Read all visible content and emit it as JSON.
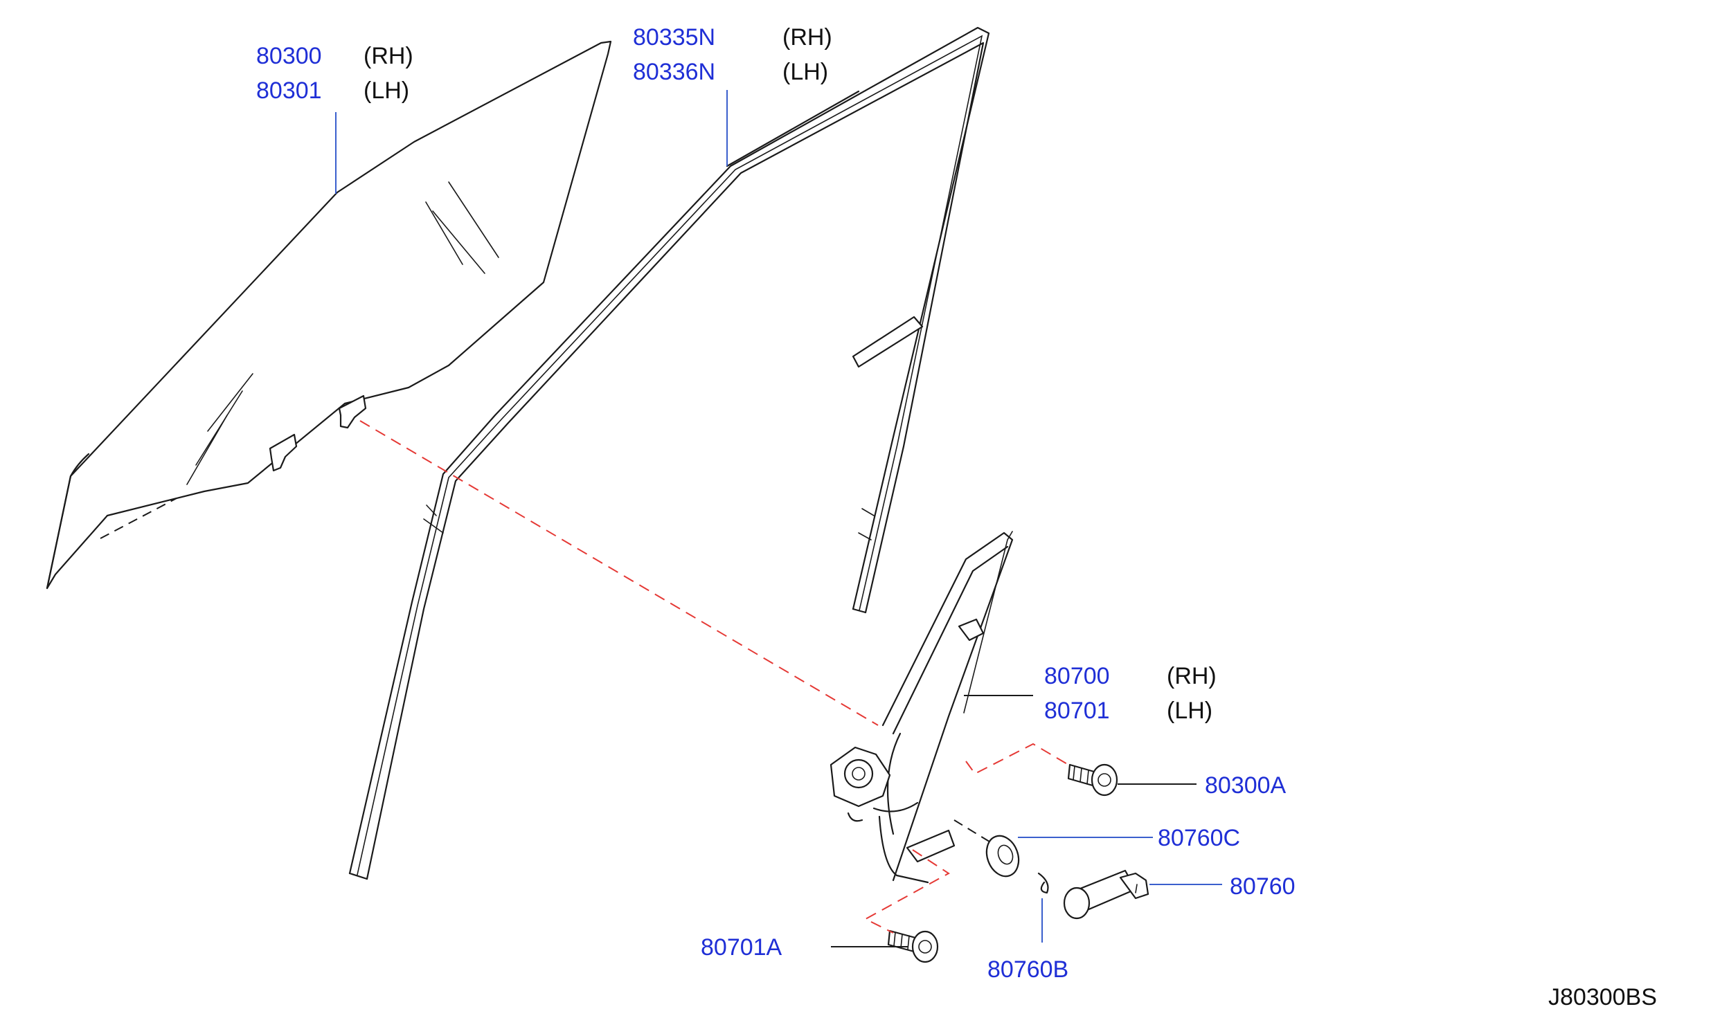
{
  "parts": [
    {
      "id": "glass",
      "numbers": [
        "80300",
        "80301"
      ],
      "sides": [
        "(RH)",
        "(LH)"
      ]
    },
    {
      "id": "glass-run",
      "numbers": [
        "80335N",
        "80336N"
      ],
      "sides": [
        "(RH)",
        "(LH)"
      ]
    },
    {
      "id": "regulator",
      "numbers": [
        "80700",
        "80701"
      ],
      "sides": [
        "(RH)",
        "(LH)"
      ]
    },
    {
      "id": "regulator-bolt",
      "numbers": [
        "80300A"
      ]
    },
    {
      "id": "escutcheon",
      "numbers": [
        "80760C"
      ]
    },
    {
      "id": "handle",
      "numbers": [
        "80760"
      ]
    },
    {
      "id": "handle-clip",
      "numbers": [
        "80760B"
      ]
    },
    {
      "id": "lower-bolt",
      "numbers": [
        "80701A"
      ]
    }
  ],
  "diagram_code": "J80300BS",
  "colors": {
    "part_number": "#1f2fd6",
    "leader": "#3a5fcd",
    "mating_line": "#e53935",
    "line_art": "#1a1a1a"
  }
}
